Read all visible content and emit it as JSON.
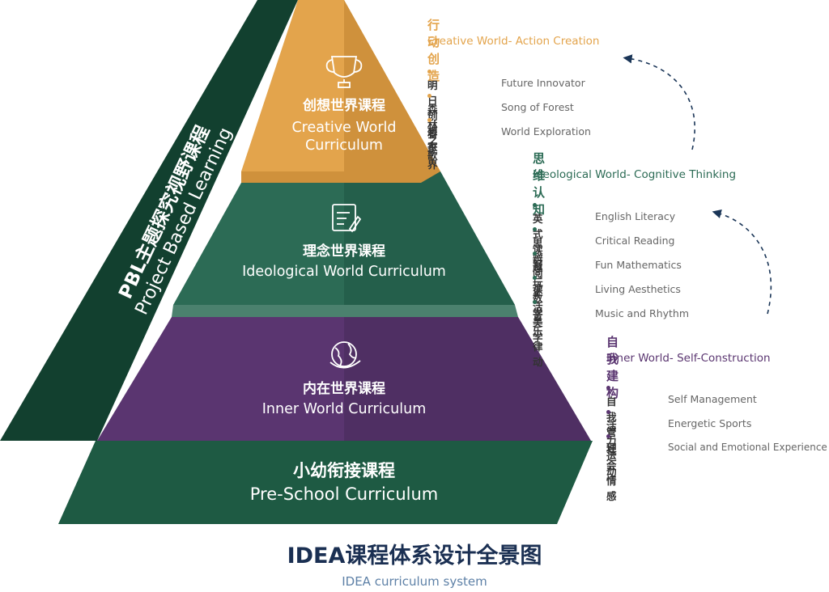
{
  "colors": {
    "creative": "#e3a44c",
    "creative_dark": "#cf913c",
    "ideological": "#2c6b55",
    "ideological_dark": "#1f5543",
    "inner": "#5a3570",
    "inner_dark": "#472a5a",
    "preschool": "#1e5a43",
    "pbl_band": "#12402f",
    "title": "#1a2f52",
    "subtitle": "#5e81a7",
    "arrow": "#1a3557"
  },
  "pbl_band": {
    "cn": "PBL主题探究视野课程",
    "en": "Project Based Learning"
  },
  "pyramid": {
    "creative": {
      "icon": "trophy-icon",
      "cn": "创想世界课程",
      "en_line1": "Creative World",
      "en_line2": "Curriculum"
    },
    "ideological": {
      "icon": "notepad-icon",
      "cn": "理念世界课程",
      "en": "Ideological World Curriculum"
    },
    "inner": {
      "icon": "globe-icon",
      "cn": "内在世界课程",
      "en": "Inner World Curriculum"
    },
    "preschool": {
      "cn": "小幼衔接课程",
      "en": "Pre-School Curriculum"
    }
  },
  "panels": {
    "creative": {
      "head_cn": "行动创造",
      "head_en": "Creative World- Action Creation",
      "items": [
        {
          "cn": "明日创想家",
          "en": "Future Innovator"
        },
        {
          "cn": "森林之歌",
          "en": "Song of Forest"
        },
        {
          "cn": "看世界",
          "en": "World Exploration"
        }
      ]
    },
    "ideological": {
      "head_cn": "思维认知",
      "head_en": "Ideological World- Cognitive Thinking",
      "items": [
        {
          "cn": "英式读写",
          "en": "English Literacy"
        },
        {
          "cn": "思辨阅读",
          "en": "Critical Reading"
        },
        {
          "cn": "趣玩数学",
          "en": "Fun Mathematics"
        },
        {
          "cn": "生活美学",
          "en": "Living Aesthetics"
        },
        {
          "cn": "音乐律动",
          "en": "Music and Rhythm"
        }
      ]
    },
    "inner": {
      "head_cn": "自我建构",
      "head_en": "Inner World- Self-Construction",
      "items": [
        {
          "cn": "自我管理",
          "en": "Self Management"
        },
        {
          "cn": "活力运动",
          "en": "Energetic Sports"
        },
        {
          "cn": "社会情感",
          "en": "Social and Emotional Experience"
        }
      ]
    }
  },
  "footer": {
    "title": "IDEA课程体系设计全景图",
    "subtitle": "IDEA curriculum system"
  }
}
